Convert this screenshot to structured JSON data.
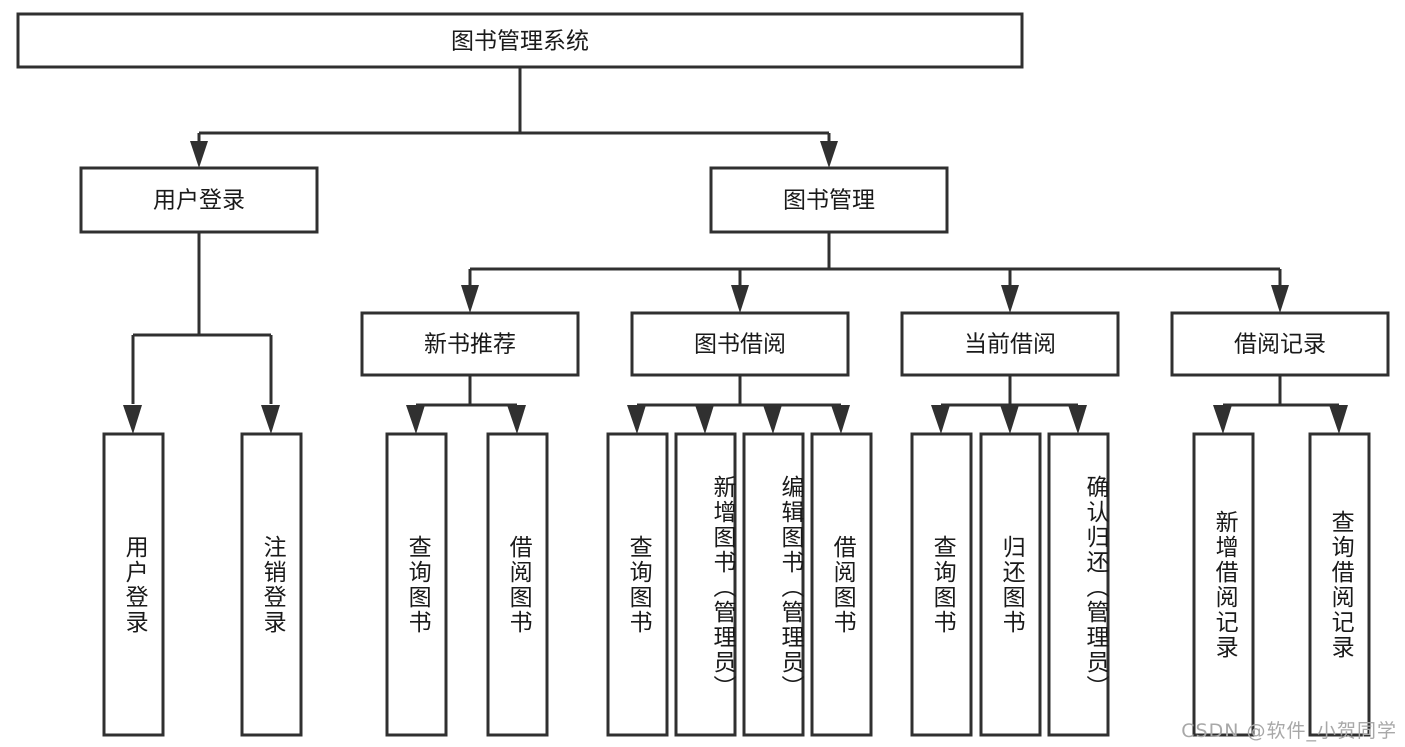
{
  "diagram": {
    "type": "tree",
    "title": "图书管理系统",
    "theme": {
      "background": "#ffffff",
      "box_fill": "#ffffff",
      "box_stroke": "#303030",
      "text_color": "#1a1a1a",
      "watermark_color": "#a8a8a8"
    },
    "levels": {
      "level1": [
        "图书管理系统"
      ],
      "level2": [
        "用户登录",
        "图书管理"
      ],
      "level3": [
        "新书推荐",
        "图书借阅",
        "当前借阅",
        "借阅记录"
      ],
      "level4": [
        "用户登录",
        "注销登录",
        "查询图书",
        "借阅图书",
        "查询图书",
        "新增图书（管理员）",
        "编辑图书（管理员）",
        "借阅图书",
        "查询图书",
        "归还图书",
        "确认归还（管理员）",
        "新增借阅记录",
        "查询借阅记录"
      ]
    },
    "nodes": {
      "root": {
        "label": "图书管理系统"
      },
      "user_login": {
        "label": "用户登录"
      },
      "book_manage": {
        "label": "图书管理"
      },
      "new_book_rec": {
        "label": "新书推荐"
      },
      "book_borrow": {
        "label": "图书借阅"
      },
      "current_borrow": {
        "label": "当前借阅"
      },
      "borrow_record": {
        "label": "借阅记录"
      },
      "leaf_user_login": {
        "label": "用户登录"
      },
      "leaf_logout": {
        "label": "注销登录"
      },
      "leaf_query_book_1": {
        "label": "查询图书"
      },
      "leaf_borrow_book_1": {
        "label": "借阅图书"
      },
      "leaf_query_book_2": {
        "label": "查询图书"
      },
      "leaf_add_book_admin": {
        "label": "新增图书（管理员）"
      },
      "leaf_edit_book_admin": {
        "label": "编辑图书（管理员）"
      },
      "leaf_borrow_book_2": {
        "label": "借阅图书"
      },
      "leaf_query_book_3": {
        "label": "查询图书"
      },
      "leaf_return_book": {
        "label": "归还图书"
      },
      "leaf_confirm_return_admin": {
        "label": "确认归还（管理员）"
      },
      "leaf_add_borrow_record": {
        "label": "新增借阅记录"
      },
      "leaf_query_borrow_record": {
        "label": "查询借阅记录"
      }
    },
    "edges": [
      {
        "from": "root",
        "to": "user_login"
      },
      {
        "from": "root",
        "to": "book_manage"
      },
      {
        "from": "user_login",
        "to": "leaf_user_login"
      },
      {
        "from": "user_login",
        "to": "leaf_logout"
      },
      {
        "from": "book_manage",
        "to": "new_book_rec"
      },
      {
        "from": "book_manage",
        "to": "book_borrow"
      },
      {
        "from": "book_manage",
        "to": "current_borrow"
      },
      {
        "from": "book_manage",
        "to": "borrow_record"
      },
      {
        "from": "new_book_rec",
        "to": "leaf_query_book_1"
      },
      {
        "from": "new_book_rec",
        "to": "leaf_borrow_book_1"
      },
      {
        "from": "book_borrow",
        "to": "leaf_query_book_2"
      },
      {
        "from": "book_borrow",
        "to": "leaf_add_book_admin"
      },
      {
        "from": "book_borrow",
        "to": "leaf_edit_book_admin"
      },
      {
        "from": "book_borrow",
        "to": "leaf_borrow_book_2"
      },
      {
        "from": "current_borrow",
        "to": "leaf_query_book_3"
      },
      {
        "from": "current_borrow",
        "to": "leaf_return_book"
      },
      {
        "from": "current_borrow",
        "to": "leaf_confirm_return_admin"
      },
      {
        "from": "borrow_record",
        "to": "leaf_add_borrow_record"
      },
      {
        "from": "borrow_record",
        "to": "leaf_query_borrow_record"
      }
    ]
  },
  "watermark": {
    "text": "CSDN @软件_小贺同学"
  }
}
